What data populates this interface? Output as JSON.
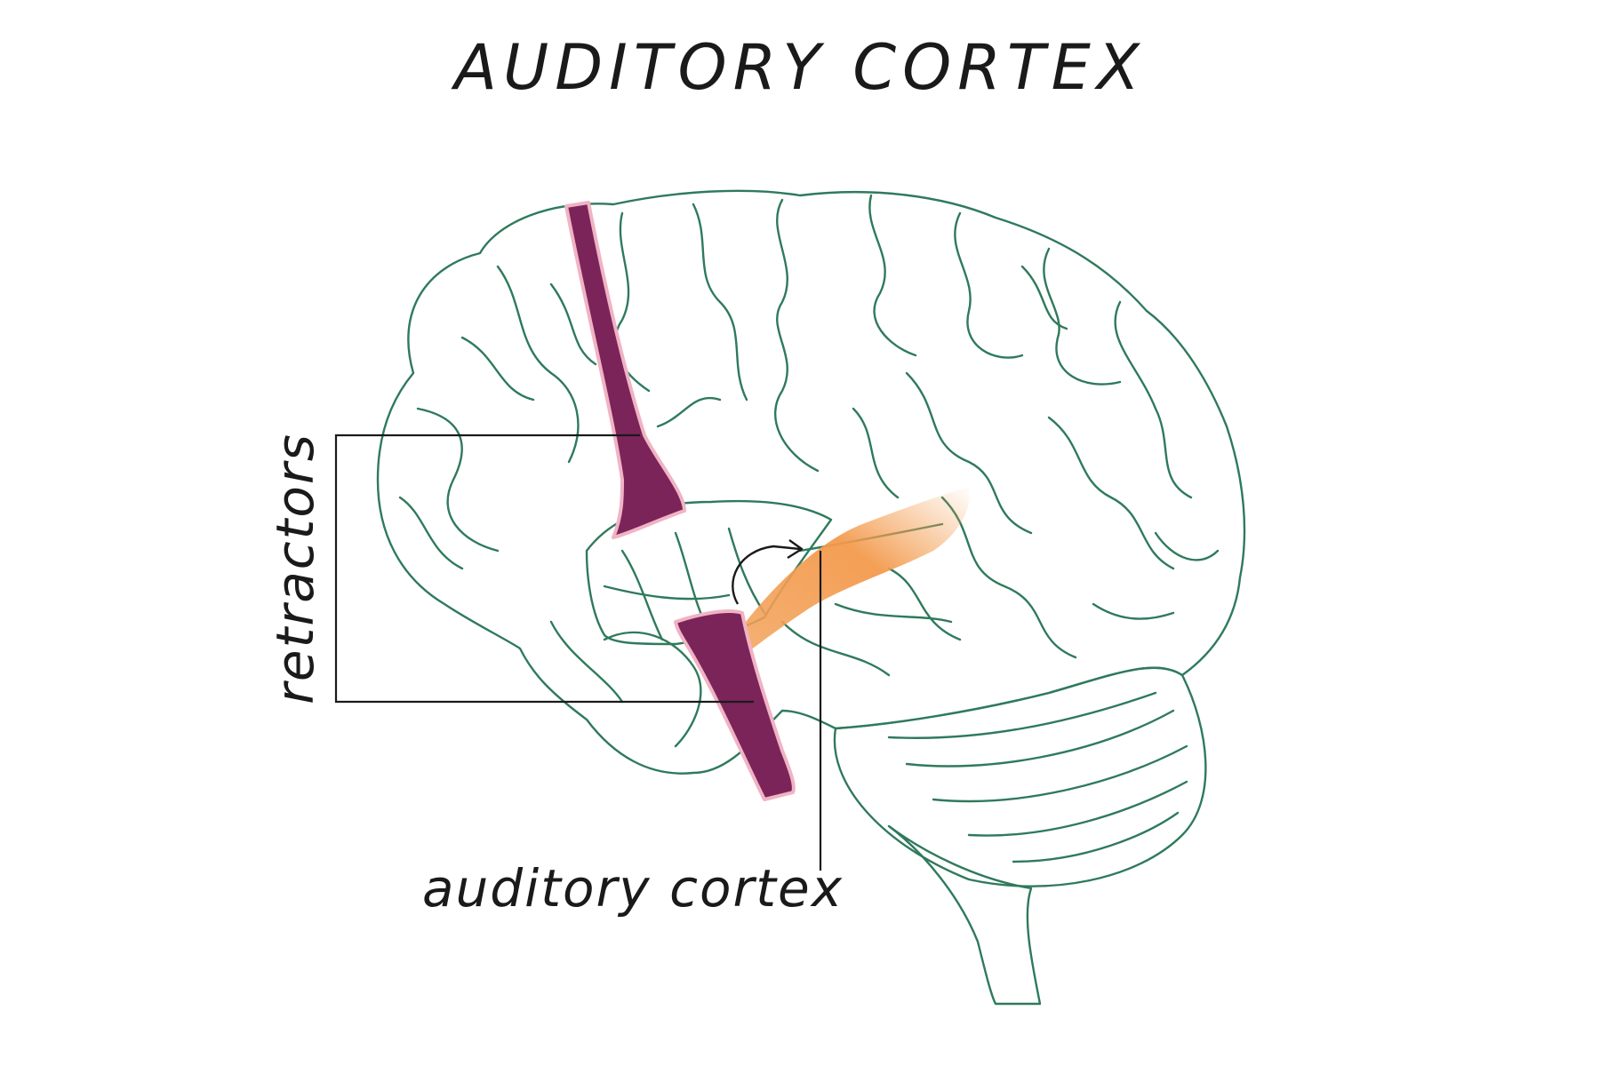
{
  "title": "AUDITORY CORTEX",
  "labels": {
    "retractors": "retractors",
    "auditory_cortex": "auditory cortex"
  },
  "colors": {
    "brain_fill": "#d3f5e6",
    "brain_outline": "#2f7a5c",
    "insula_fill": "#6ccf97",
    "retractor_fill": "#7b2459",
    "retractor_edge": "#f0b3c4",
    "auditory_highlight": "#f3a25a",
    "cerebellum_fill": "#b5efd4",
    "brainstem_fill": "#a9ecd0"
  },
  "icons": [
    "curved-arrow-icon"
  ]
}
